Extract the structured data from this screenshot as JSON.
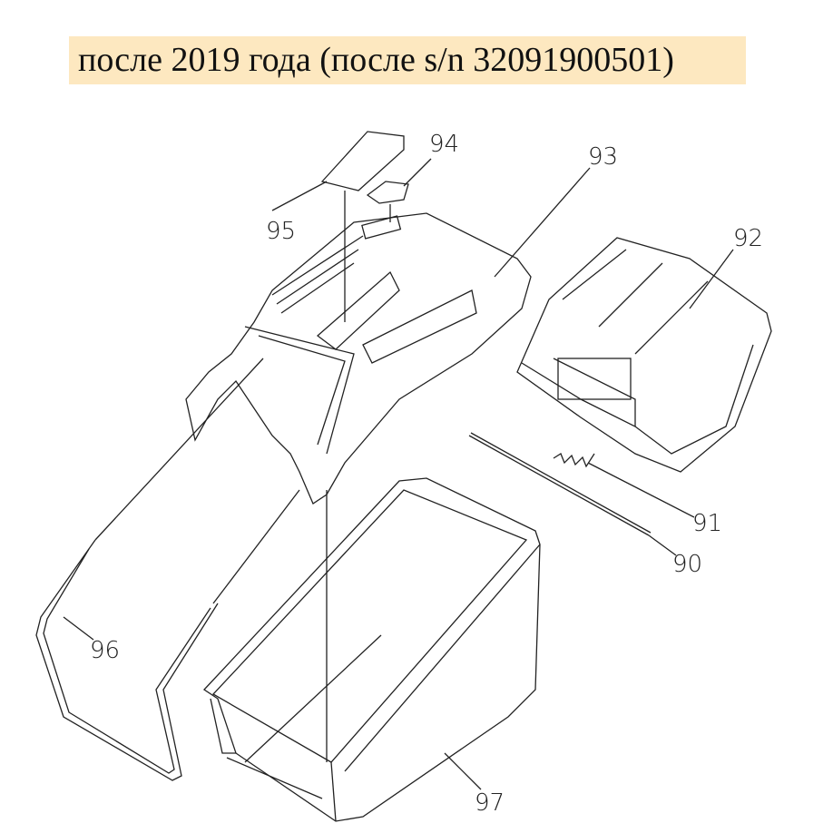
{
  "header": {
    "title": "после 2019 года (после s/n 32091900501)",
    "background_color": "#fde8c0"
  },
  "callouts": [
    {
      "id": "90"
    },
    {
      "id": "91"
    },
    {
      "id": "92"
    },
    {
      "id": "93"
    },
    {
      "id": "94"
    },
    {
      "id": "95"
    },
    {
      "id": "96"
    },
    {
      "id": "97"
    }
  ]
}
